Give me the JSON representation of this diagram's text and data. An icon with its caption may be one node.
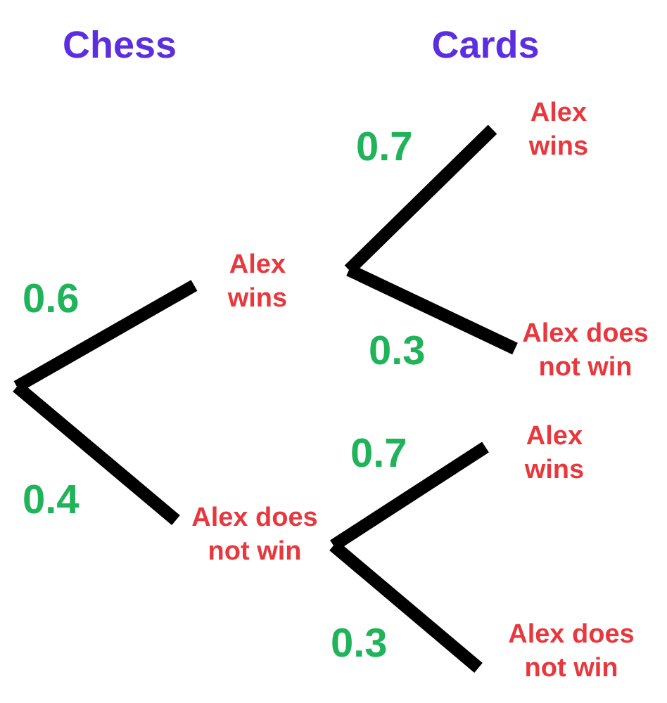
{
  "diagram": {
    "nodes": [
      {
        "text": [
          "Alex wins"
        ]
      },
      {
        "text": [
          "Alex does not win"
        ]
      },
      {
        "text": [
          "Alex wins"
        ]
      },
      {
        "text": [
          "Alex does not win"
        ]
      },
      {
        "text": [
          "Alex wins"
        ]
      },
      {
        "text": [
          "Alex does not win"
        ]
      }
    ],
    "edges": [
      {
        "from": null,
        "to": 0,
        "arrow": "none",
        "label": "0.6"
      },
      {
        "from": null,
        "to": 1,
        "arrow": "none",
        "label": "0.4"
      },
      {
        "from": 0,
        "to": 2,
        "arrow": "none",
        "label": "0.7"
      },
      {
        "from": 0,
        "to": 3,
        "arrow": "none",
        "label": "0.3"
      },
      {
        "from": 1,
        "to": 4,
        "arrow": "none",
        "label": "0.7"
      },
      {
        "from": 1,
        "to": 5,
        "arrow": "none",
        "label": "0.3"
      }
    ],
    "labels": [
      "Chess",
      "Cards"
    ]
  }
}
